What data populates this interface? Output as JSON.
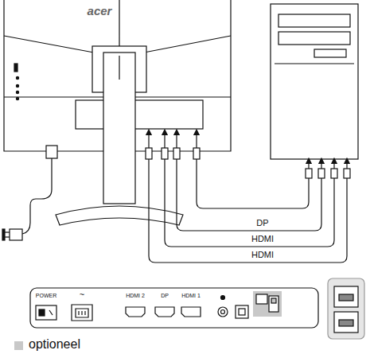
{
  "diagram": {
    "labels": [
      "acer",
      "DP",
      "HDMI",
      "HDMI",
      "POWER",
      "~",
      "HDMI 2",
      "DP",
      "HDMI 1"
    ],
    "legend": [
      {
        "text": "optioneel",
        "color": "#c8c8c8"
      }
    ]
  }
}
